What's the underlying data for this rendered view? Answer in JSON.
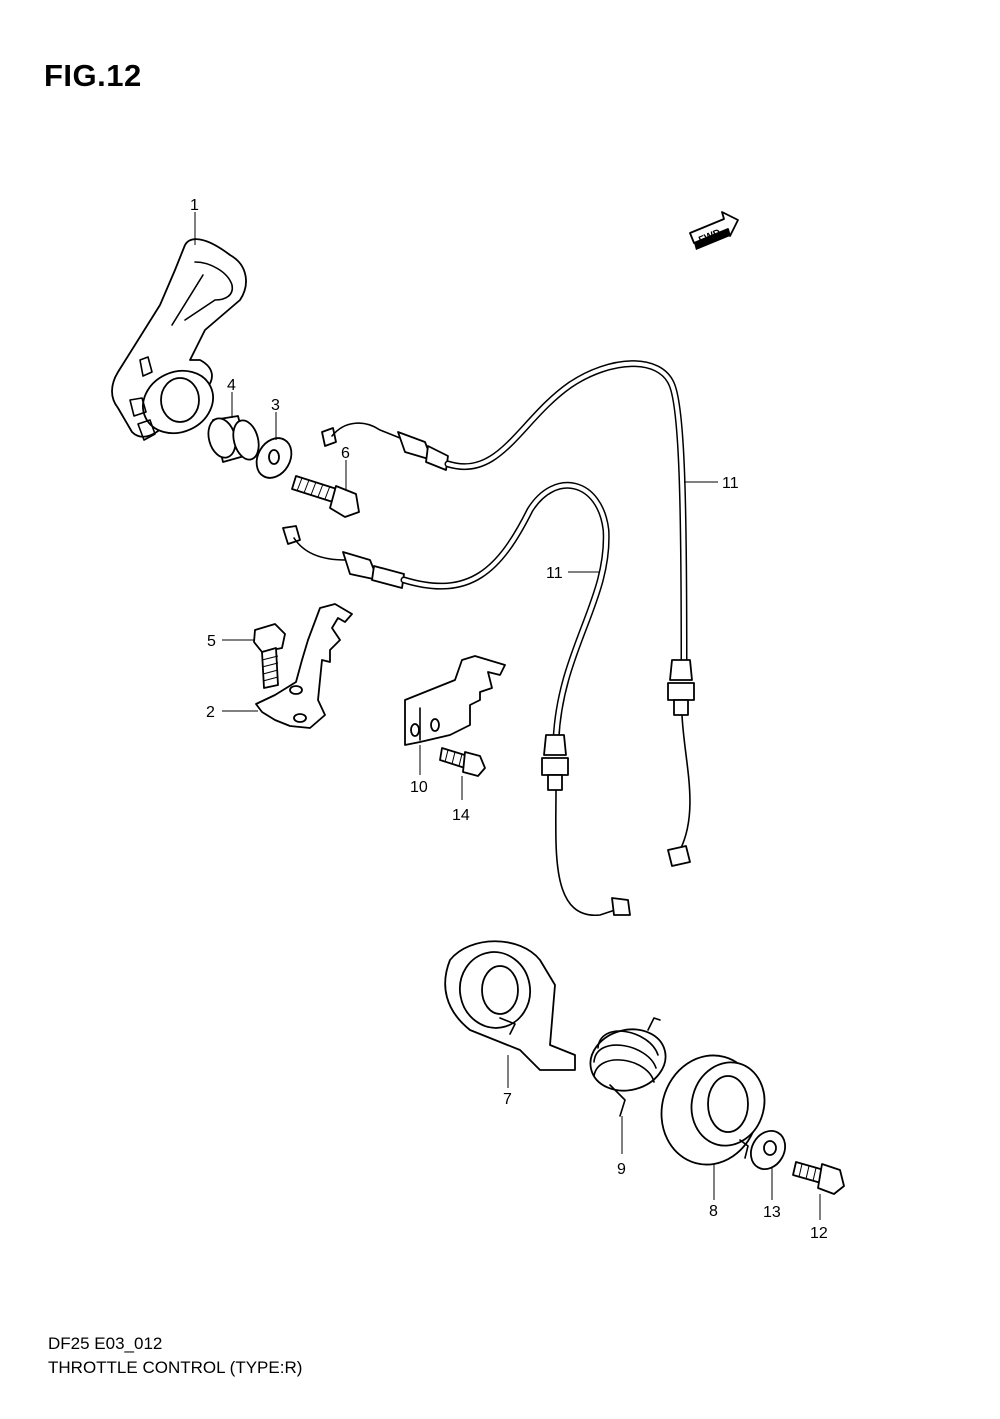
{
  "figure": {
    "title": "FIG.12",
    "fwd_label": "FWD"
  },
  "footer": {
    "model_code": "DF25 E03_012",
    "name": "THROTTLE CONTROL (TYPE:R)"
  },
  "callouts": {
    "p1": "1",
    "p2": "2",
    "p3": "3",
    "p4": "4",
    "p5": "5",
    "p6": "6",
    "p7": "7",
    "p8": "8",
    "p9": "9",
    "p10": "10",
    "p11a": "11",
    "p11b": "11",
    "p12": "12",
    "p13": "13",
    "p14": "14"
  }
}
